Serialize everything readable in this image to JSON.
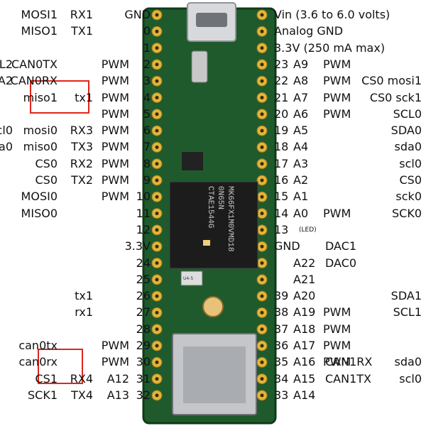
{
  "board": {
    "colors": {
      "pcb": "#1f5a2c",
      "pcb_edge": "#0f3a1a",
      "pad": "#e2b43a",
      "chip": "#1c1c1c",
      "highlight": "#e0251b"
    },
    "chip_text": [
      "MK66FX1M0VMD18",
      "0N65N",
      "CTAE1544G"
    ],
    "mini_chip_text": "U4-5"
  },
  "left_pins": [
    "GND",
    "0",
    "1",
    "2",
    "3",
    "4",
    "5",
    "6",
    "7",
    "8",
    "9",
    "10",
    "11",
    "12",
    "3.3V",
    "24",
    "25",
    "26",
    "27",
    "28",
    "29",
    "30",
    "31",
    "32"
  ],
  "right_pins": [
    "Vin  (3.6 to 6.0 volts)",
    "Analog GND",
    "3.3V (250 mA max)",
    "23",
    "22",
    "21",
    "20",
    "19",
    "18",
    "17",
    "16",
    "15",
    "14",
    "13",
    "GND",
    "",
    "",
    "39",
    "38",
    "37",
    "36",
    "35",
    "34",
    "33"
  ],
  "right_note": "(LED)",
  "analog": {
    "row3": "A9",
    "row4": "A8",
    "row5": "A7",
    "row6": "A6",
    "row7": "A5",
    "row8": "A4",
    "row9": "A3",
    "row10": "A2",
    "row11": "A1",
    "row12": "A0",
    "row15": "A22",
    "row16": "A21",
    "row17": "A20",
    "row18": "A19",
    "row19": "A18",
    "row20": "A17",
    "row21": "A16",
    "row22": "A15",
    "row23": "A14"
  },
  "pwm_word": "PWM",
  "left_col1": {
    "row1": "MOSI1",
    "row2": "MISO1",
    "row4": "CAN0TX",
    "row5": "CAN0RX",
    "row6": "miso1",
    "row8": "mosi0",
    "row9": "miso0",
    "row10": "CS0",
    "row11": "CS0",
    "row12": "MOSI0",
    "row13": "MISO0",
    "row21": "can0tx",
    "row22": "can0rx",
    "row23": "CS1",
    "row24": "SCK1"
  },
  "left_col2": {
    "row1": "RX1",
    "row2": "TX1",
    "row6": "tx1",
    "row8": "RX3",
    "row9": "TX3",
    "row10": "RX2",
    "row11": "TX2",
    "row18": "tx1",
    "row19": "rx1",
    "row23": "RX4",
    "row24": "TX4"
  },
  "left_edge": {
    "row4": "L2",
    "row5": "A2",
    "row8": "cl0",
    "row9": "da0"
  },
  "left_a": {
    "row23": "A12",
    "row24": "A13"
  },
  "right_mid": {
    "row15": "DAC1",
    "row16": "DAC0",
    "row22": "CAN1RX",
    "row23": "CAN1TX"
  },
  "right_far": {
    "row5": "CS0 mosi1",
    "row6": "CS0 sck1",
    "row7": "SCL0",
    "row8": "SDA0",
    "row9": "sda0",
    "row10": "scl0",
    "row11": "CS0",
    "row12": "sck0",
    "row13": "SCK0",
    "row18": "SDA1",
    "row19": "SCL1",
    "row22": "sda0",
    "row23": "scl0"
  }
}
